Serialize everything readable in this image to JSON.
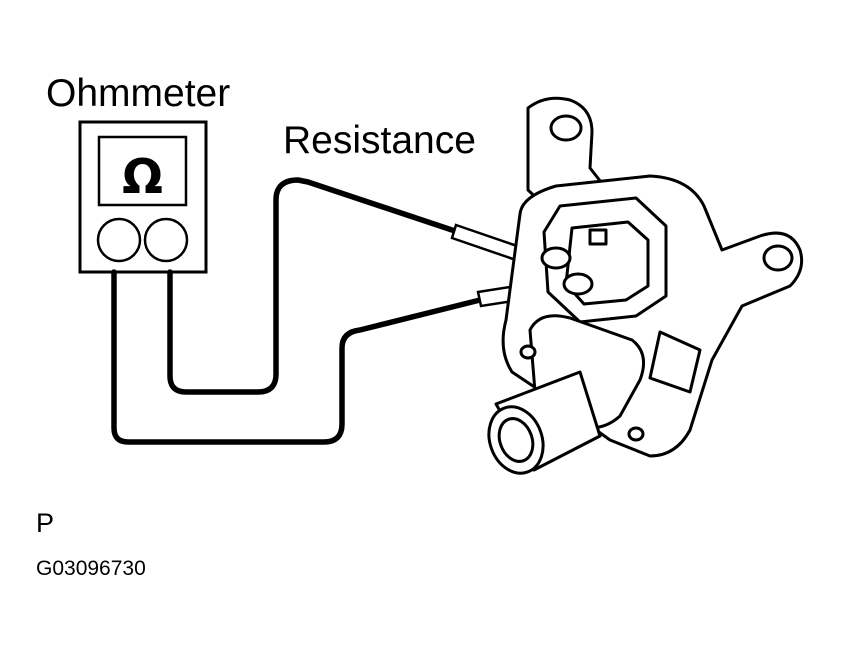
{
  "labels": {
    "meter": "Ohmmeter",
    "measurement": "Resistance",
    "view_letter": "P",
    "figure_code": "G03096730"
  },
  "meter": {
    "display_symbol": "Ω"
  },
  "colors": {
    "line": "#000000",
    "background": "#ffffff"
  }
}
